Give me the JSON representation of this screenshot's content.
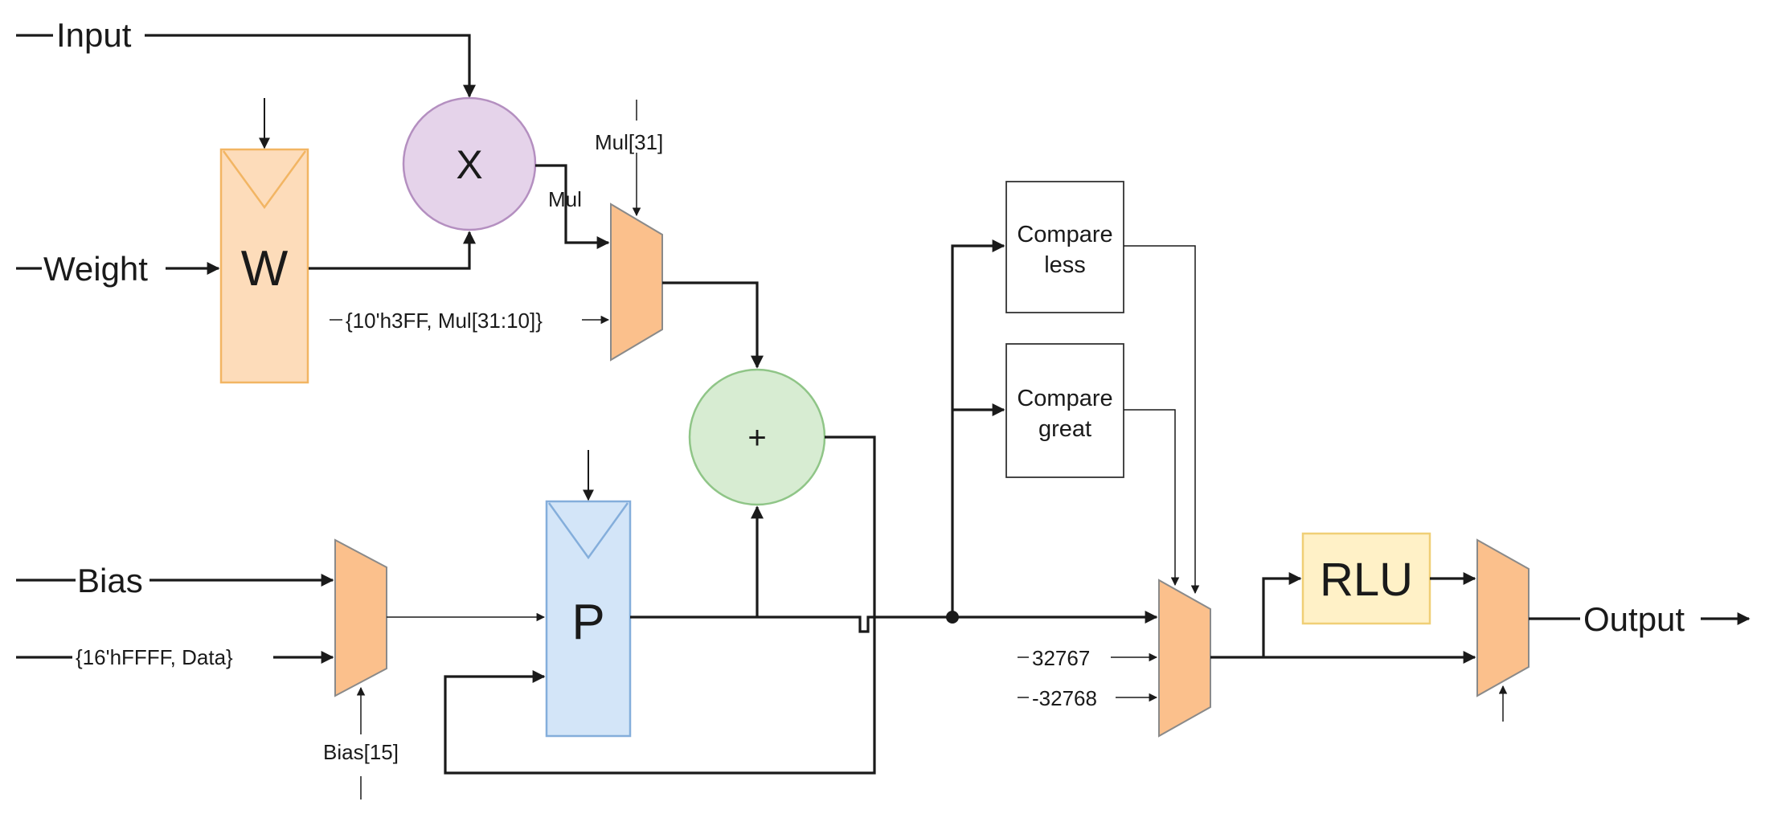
{
  "inputs": {
    "input": "Input",
    "weight": "Weight",
    "bias": "Bias",
    "data_concat": "{16'hFFFF, Data}",
    "mul_concat": "{10'h3FF, Mul[31:10]}",
    "const_pos": "32767",
    "const_neg": "-32768"
  },
  "blocks": {
    "weight_reg": "W",
    "multiplier": "X",
    "adder": "+",
    "accumulator_reg": "P",
    "compare_less_line1": "Compare",
    "compare_less_line2": "less",
    "compare_great_line1": "Compare",
    "compare_great_line2": "great",
    "relu": "RLU"
  },
  "signals": {
    "mul": "Mul",
    "mul_sign": "Mul[31]",
    "bias_sign": "Bias[15]"
  },
  "outputs": {
    "output": "Output"
  },
  "colors": {
    "orange_fill": "#fddcba",
    "orange_stroke": "#f2b563",
    "mux_fill": "#fbc08c",
    "mux_stroke": "#8a8a8a",
    "purple_fill": "#e5d3ea",
    "purple_stroke": "#b48fc0",
    "green_fill": "#d7ecd2",
    "green_stroke": "#8fc587",
    "blue_fill": "#d3e5f8",
    "blue_stroke": "#84aedb",
    "yellow_fill": "#fff1c7",
    "yellow_stroke": "#f0cf76",
    "wire": "#1a1a1a"
  }
}
